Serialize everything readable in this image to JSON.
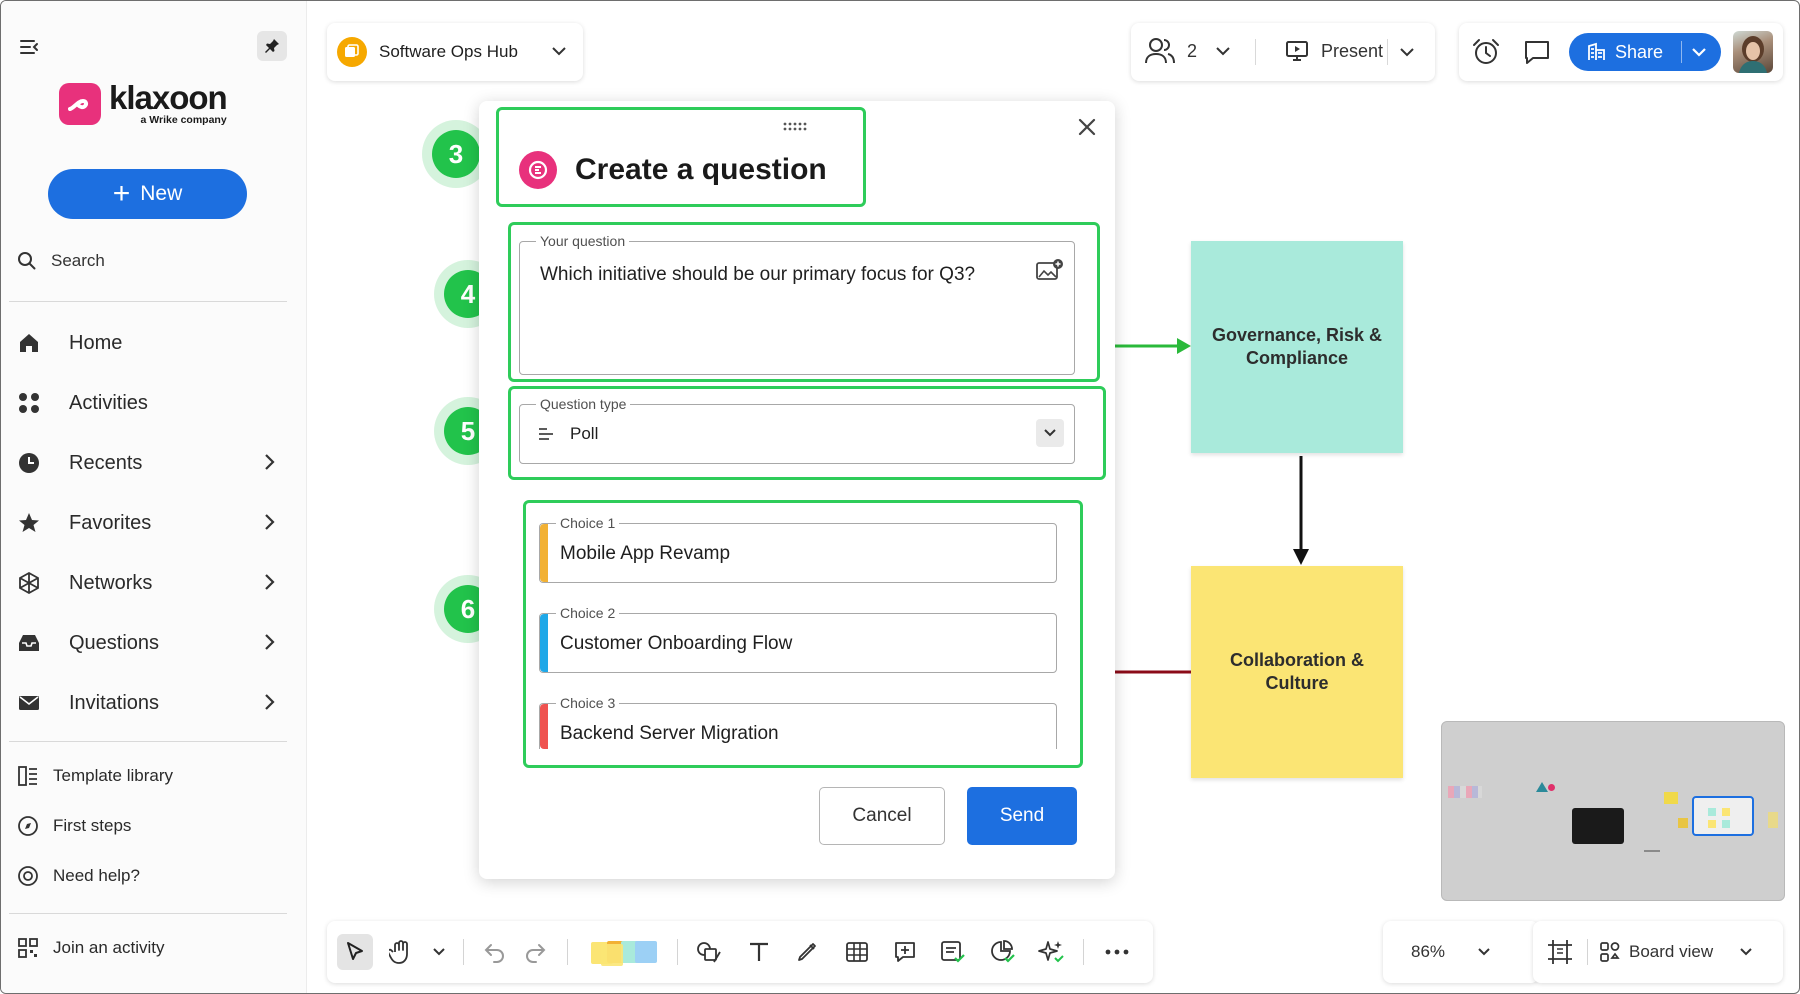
{
  "sidebar": {
    "logo_word": "klaxoon",
    "logo_sub": "a Wrike company",
    "new_label": "New",
    "search_label": "Search",
    "nav": [
      {
        "label": "Home",
        "icon": "home-icon"
      },
      {
        "label": "Activities",
        "icon": "activities-icon"
      },
      {
        "label": "Recents",
        "icon": "clock-icon"
      },
      {
        "label": "Favorites",
        "icon": "star-icon"
      },
      {
        "label": "Networks",
        "icon": "network-icon"
      },
      {
        "label": "Questions",
        "icon": "inbox-icon"
      },
      {
        "label": "Invitations",
        "icon": "mail-icon"
      }
    ],
    "sub": [
      {
        "label": "Template library"
      },
      {
        "label": "First steps"
      },
      {
        "label": "Need help?"
      }
    ],
    "join_label": "Join an activity"
  },
  "topbar": {
    "board_name": "Software Ops Hub",
    "participants_count": "2",
    "present_label": "Present",
    "share_label": "Share"
  },
  "modal": {
    "title": "Create a question",
    "question_label": "Your question",
    "question_value": "Which initiative should be our primary focus for Q3?",
    "type_label": "Question type",
    "type_value": "Poll",
    "choices": [
      {
        "label": "Choice 1",
        "value": "Mobile App Revamp",
        "color": "#f2b134"
      },
      {
        "label": "Choice 2",
        "value": "Customer Onboarding Flow",
        "color": "#1fa8e8"
      },
      {
        "label": "Choice 3",
        "value": "Backend Server Migration",
        "color": "#ef5350"
      }
    ],
    "cancel_label": "Cancel",
    "send_label": "Send"
  },
  "steps": [
    "3",
    "4",
    "5",
    "6"
  ],
  "stickies": [
    {
      "text": "Governance, Risk & Compliance",
      "color": "#a9eadb"
    },
    {
      "text": "Collaboration & Culture",
      "color": "#fbe574"
    }
  ],
  "bottom": {
    "zoom": "86%",
    "view_label": "Board view"
  },
  "colors": {
    "accent": "#1d6fe0",
    "highlight": "#2ecc5a",
    "brand": "#e8317c"
  }
}
